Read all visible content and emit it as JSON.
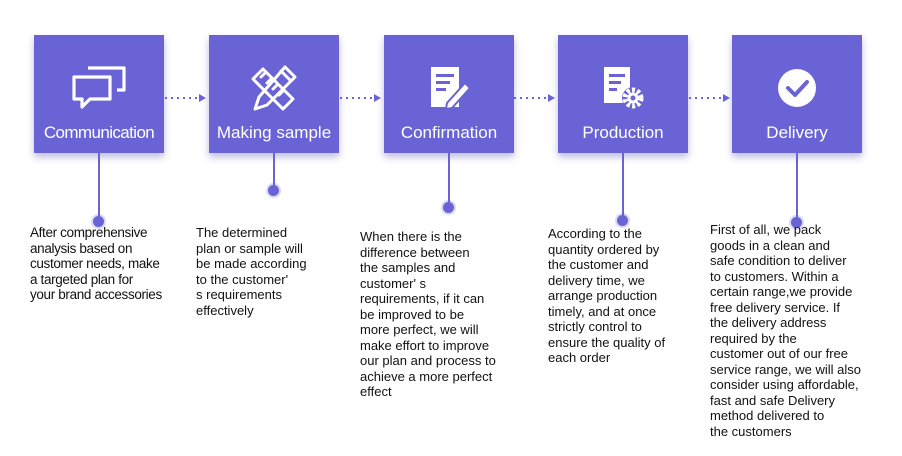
{
  "colors": {
    "accent": "#6a63d6",
    "background": "#ffffff",
    "text": "#111111"
  },
  "steps": [
    {
      "title": "Communication",
      "icon": "speech-bubbles-icon",
      "description": "After comprehensive\nanalysis based on\ncustomer needs, make\na targeted plan for\nyour brand accessories"
    },
    {
      "title": "Making sample",
      "icon": "pencil-ruler-icon",
      "description": "The determined\nplan or sample will\n be made according\nto the customer'\ns requirements\neffectively"
    },
    {
      "title": "Confirmation",
      "icon": "document-edit-icon",
      "description": "When there is the\n difference between\nthe samples and\ncustomer' s\nrequirements, if it can\n be improved to be\n more perfect, we will\nmake effort to improve\nour plan and process to\n achieve a more perfect\n effect"
    },
    {
      "title": "Production",
      "icon": "document-gear-icon",
      "description": "According to the\nquantity ordered by\nthe customer and\ndelivery time, we\narrange production\ntimely, and at once\nstrictly control to\nensure the quality of\neach order"
    },
    {
      "title": "Delivery",
      "icon": "check-circle-icon",
      "description": "First of all, we pack\ngoods in a clean and\nsafe condition to deliver\n to customers. Within a\ncertain range,we provide\n free delivery service. If\nthe delivery address\nrequired by the\ncustomer out of our free\nservice range, we will also\nconsider using affordable,\n fast and safe Delivery\nmethod delivered to\nthe customers"
    }
  ]
}
